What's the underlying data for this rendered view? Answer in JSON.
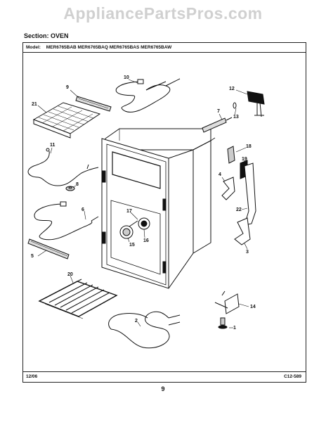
{
  "watermark": "AppliancePartsPros.com",
  "section": {
    "label": "Section:",
    "value": "OVEN"
  },
  "model": {
    "label": "Model:",
    "value": "MER6765BAB MER6765BAQ MER6765BAS MER6765BAW"
  },
  "footer": {
    "left": "12/06",
    "right": "C12-589"
  },
  "page_number": "9",
  "callouts": {
    "c1": "1",
    "c2": "2",
    "c3": "3",
    "c4": "4",
    "c5": "5",
    "c6": "6",
    "c7": "7",
    "c8": "8",
    "c9": "9",
    "c10": "10",
    "c11": "11",
    "c12": "12",
    "c13": "13",
    "c14": "14",
    "c15": "15",
    "c16": "16",
    "c17": "17",
    "c18": "18",
    "c19": "19",
    "c20": "20",
    "c21": "21",
    "c22": "22"
  }
}
